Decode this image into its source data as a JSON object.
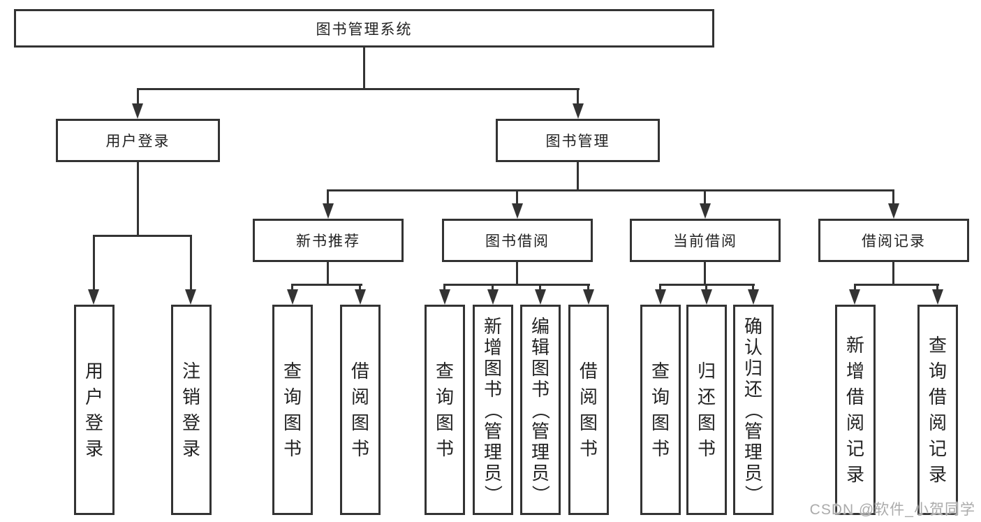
{
  "diagram": {
    "root": "图书管理系统",
    "level2": [
      "用户登录",
      "图书管理"
    ],
    "level3": [
      "新书推荐",
      "图书借阅",
      "当前借阅",
      "借阅记录"
    ],
    "leaves": [
      "用户登录",
      "注销登录",
      "查询图书",
      "借阅图书",
      "查询图书",
      "新增图书（管理员）",
      "编辑图书（管理员）",
      "借阅图书",
      "查询图书",
      "归还图书",
      "确认归还（管理员）",
      "新增借阅记录",
      "查询借阅记录"
    ]
  },
  "watermark": "CSDN @软件_小贺同学",
  "colors": {
    "line": "#333333",
    "text": "#222222",
    "background": "#ffffff",
    "watermark": "#ababab"
  }
}
